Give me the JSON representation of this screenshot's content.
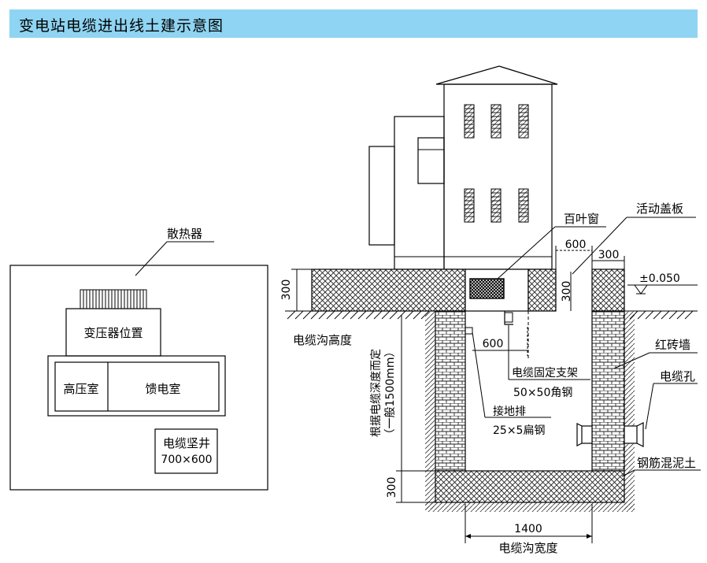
{
  "title": "变电站电缆进出线土建示意图",
  "plan": {
    "radiator_label": "散热器",
    "transformer_label": "变压器位置",
    "high_voltage_room": "高压室",
    "feeder_room": "馈电室",
    "cable_shaft_label": "电缆坚井",
    "cable_shaft_size": "700×600"
  },
  "section": {
    "louver_label": "百叶窗",
    "cover_label": "活动盖板",
    "dim_600_top": "600",
    "dim_300_top": "300",
    "elevation": "±0.050",
    "dim_300_left": "300",
    "dim_300_mid": "300",
    "trench_height_label": "电缆沟高度",
    "dim_600_inner": "600",
    "bracket_label": "电缆固定支架",
    "bracket_spec": "50×50角钢",
    "ground_bar_label": "接地排",
    "ground_bar_spec": "25×5扁钢",
    "depth_label_line1": "根据电缆深度而定",
    "depth_label_line2": "（一般1500mm）",
    "brick_wall_label": "红砖墙",
    "cable_hole_label": "电缆孔",
    "concrete_label": "钢筋混泥土",
    "dim_300_bottom": "300",
    "dim_1400": "1400",
    "trench_width_label": "电缆沟宽度"
  }
}
